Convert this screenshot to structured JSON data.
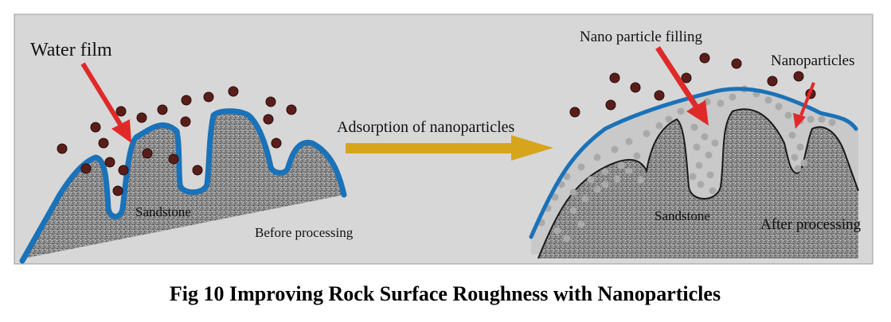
{
  "figure": {
    "caption": "Fig 10 Improving Rock Surface Roughness with Nanoparticles",
    "labels": {
      "water_film": "Water film",
      "sandstone_left": "Sandstone",
      "before_processing": "Before processing",
      "adsorption": "Adsorption of nanoparticles",
      "nano_particle_filling": "Nano particle filling",
      "nanoparticles": "Nanoparticles",
      "sandstone_right": "Sandstone",
      "after_processing": "After processing"
    }
  },
  "colors": {
    "panel_background": "#d7d7d7",
    "water_film": "#1a72b8",
    "pointer_arrow": "#e02a2a",
    "process_arrow": "#d7a51c",
    "nanoparticle": "#5a1e1a",
    "filled_particle": "#a9a9a9",
    "rock_base": "#7f7f7f"
  }
}
